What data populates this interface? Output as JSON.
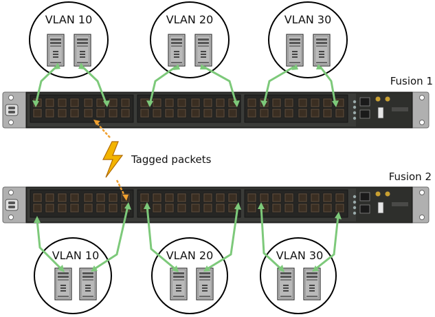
{
  "vlans_top": [
    "VLAN 10",
    "VLAN 20",
    "VLAN 30"
  ],
  "vlans_bottom": [
    "VLAN 10",
    "VLAN 20",
    "VLAN 30"
  ],
  "switch_labels": [
    "Fusion 1",
    "Fusion 2"
  ],
  "link_label": "Tagged packets",
  "colors": {
    "link_green": "#7dc97a",
    "tagged_orange": "#f0a030",
    "bolt_yellow": "#f3b400",
    "chassis": "#2e2f2c",
    "rail": "#a8a8a8"
  }
}
